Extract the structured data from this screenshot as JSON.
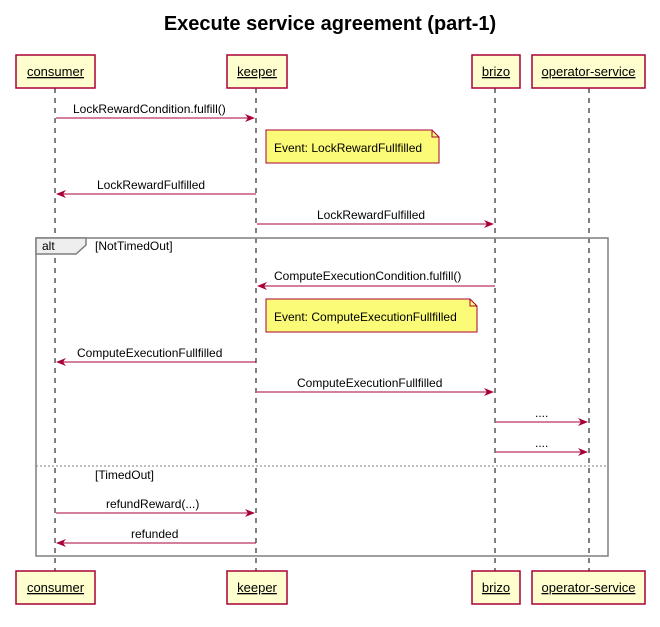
{
  "title": "Execute service agreement (part-1)",
  "colors": {
    "participant_fill": "#FEFECE",
    "participant_stroke": "#A80036",
    "arrow": "#A80036",
    "note_fill": "#FBFB77",
    "group_stroke": "#7F7F7F"
  },
  "participants": [
    {
      "id": "consumer",
      "label": "consumer"
    },
    {
      "id": "keeper",
      "label": "keeper"
    },
    {
      "id": "brizo",
      "label": "brizo"
    },
    {
      "id": "operator",
      "label": "operator-service"
    }
  ],
  "messages": [
    {
      "from": "consumer",
      "to": "keeper",
      "label": "LockRewardCondition.fulfill()"
    },
    {
      "from": "keeper",
      "to": "consumer",
      "label": "LockRewardFulfilled"
    },
    {
      "from": "keeper",
      "to": "brizo",
      "label": "LockRewardFulfilled"
    },
    {
      "from": "brizo",
      "to": "keeper",
      "label": "ComputeExecutionCondition.fulfill()"
    },
    {
      "from": "keeper",
      "to": "consumer",
      "label": "ComputeExecutionFullfilled"
    },
    {
      "from": "keeper",
      "to": "brizo",
      "label": "ComputeExecutionFullfilled"
    },
    {
      "from": "brizo",
      "to": "operator",
      "label": "...."
    },
    {
      "from": "brizo",
      "to": "operator",
      "label": "...."
    },
    {
      "from": "consumer",
      "to": "keeper",
      "label": "refundReward(...)"
    },
    {
      "from": "keeper",
      "to": "consumer",
      "label": "refunded"
    }
  ],
  "notes": [
    {
      "label": "Event: LockRewardFullfilled"
    },
    {
      "label": "Event: ComputeExecutionFullfilled"
    }
  ],
  "group": {
    "keyword": "alt",
    "branches": [
      "[NotTimedOut]",
      "[TimedOut]"
    ]
  }
}
